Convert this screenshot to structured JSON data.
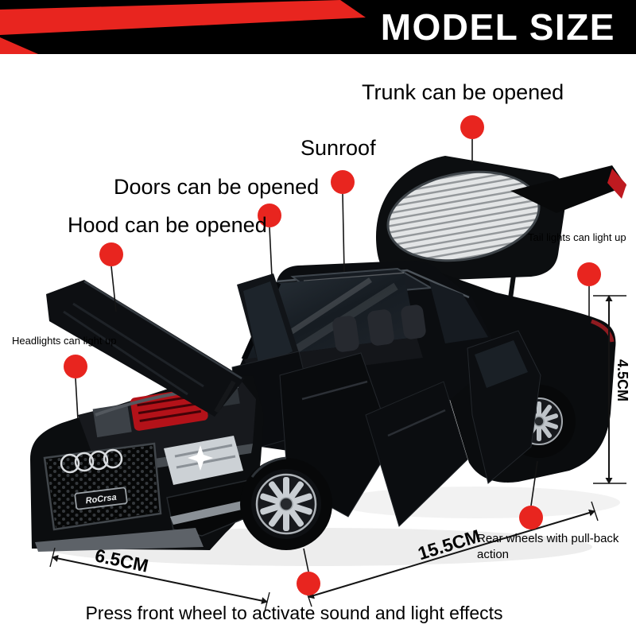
{
  "header": {
    "title": "MODEL SIZE"
  },
  "callouts": {
    "trunk": "Trunk can be opened",
    "sunroof": "Sunroof",
    "doors": "Doors can be opened",
    "hood": "Hood can be opened",
    "headlights": "Headlights can light up",
    "tail_lights": "Tail lights can light up",
    "rear_wheels": "Rear wheels with pull-back action",
    "front_wheel_instruction": "Press front wheel to activate sound and light effects"
  },
  "dimensions": {
    "height": "4.5CM",
    "length": "15.5CM",
    "width": "6.5CM"
  },
  "car": {
    "grille_badge": "RoCrsa"
  },
  "colors": {
    "accent_red": "#e8251f",
    "header_bg": "#000000",
    "label_text": "#000000",
    "car_body": "#0a0c0e"
  }
}
